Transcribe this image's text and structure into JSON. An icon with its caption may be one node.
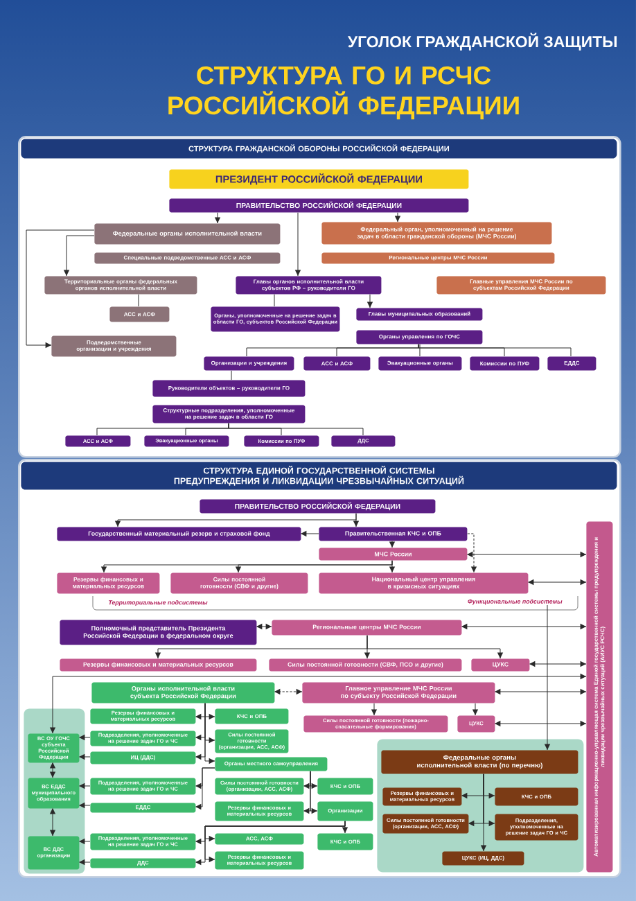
{
  "diagram": {
    "title": "СТРУКТУРА ГО И РСЧС РОССИЙСКОЙ ФЕДЕРАЦИИ",
    "nodes": [
      {
        "text": [
          "СТРУКТУРА ГРАЖДАНСКОЙ ОБОРОНЫ РОССИЙСКОЙ ФЕДЕРАЦИИ"
        ]
      },
      {
        "text": [
          "ПРЕЗИДЕНТ РОССИЙСКОЙ ФЕДЕРАЦИИ"
        ],
        "in": 0
      },
      {
        "text": [
          "ПРАВИТЕЛЬСТВО РОССИЙСКОЙ ФЕДЕРАЦИИ"
        ],
        "in": 0
      },
      {
        "text": [
          "Федеральные органы исполнительной власти"
        ],
        "in": 0
      },
      {
        "text": [
          "Специальные подведомственные АСС и АСФ"
        ],
        "in": 0
      },
      {
        "text": [
          "Федеральный орган, уполномоченный на решение задач в области гражданской обороны (МЧС России)"
        ],
        "in": 0
      },
      {
        "text": [
          "Региональные центры МЧС России"
        ],
        "in": 0
      },
      {
        "text": [
          "Территориальные органы федеральных органов исполнительной власти"
        ],
        "in": 0
      },
      {
        "text": [
          "Главы органов исполнительной власти субъектов РФ – руководители ГО"
        ],
        "in": 0
      },
      {
        "text": [
          "Главные управления МЧС России по субъектам Российской Федерации"
        ],
        "in": 0
      },
      {
        "text": [
          "АСС и АСФ"
        ],
        "in": 0
      },
      {
        "text": [
          "Органы, уполномоченные на решение задач в области ГО, субъектов Российской Федерации"
        ],
        "in": 0
      },
      {
        "text": [
          "Главы муниципальных образований"
        ],
        "in": 0
      },
      {
        "text": [
          "Подведомственные организации и учреждения"
        ],
        "in": 0
      },
      {
        "text": [
          "Органы управления по ГОЧС"
        ],
        "in": 0
      },
      {
        "text": [
          "Организации и учреждения"
        ],
        "in": 0
      },
      {
        "text": [
          "АСС и АСФ"
        ],
        "in": 0
      },
      {
        "text": [
          "Эвакуационные органы"
        ],
        "in": 0
      },
      {
        "text": [
          "Комиссии по ПУФ"
        ],
        "in": 0
      },
      {
        "text": [
          "ЕДДС"
        ],
        "in": 0
      },
      {
        "text": [
          "Руководители объектов – руководители ГО"
        ],
        "in": 0
      },
      {
        "text": [
          "Структурные подразделения, уполномоченные на решение задач в области ГО"
        ],
        "in": 0
      },
      {
        "text": [
          "АСС и АСФ"
        ],
        "in": 0
      },
      {
        "text": [
          "Эвакуационные органы"
        ],
        "in": 0
      },
      {
        "text": [
          "Комиссии по ПУФ"
        ],
        "in": 0
      },
      {
        "text": [
          "ДДС"
        ],
        "in": 0
      },
      {
        "text": [
          "СТРУКТУРА ЕДИНОЙ ГОСУДАРСТВЕННОЙ СИСТЕМЫ ПРЕДУПРЕЖДЕНИЯ И ЛИКВИДАЦИИ ЧРЕЗВЫЧАЙНЫХ СИТУАЦИЙ"
        ]
      },
      {
        "text": [
          "ПРАВИТЕЛЬСТВО РОССИЙСКОЙ ФЕДЕРАЦИИ"
        ],
        "in": 26
      },
      {
        "text": [
          "Государственный материальный резерв и страховой фонд"
        ],
        "in": 26
      },
      {
        "text": [
          "Правительственная КЧС и ОПБ"
        ],
        "in": 26
      },
      {
        "text": [
          "Автоматизированная информационно-управляющая система Единой государственной системы предупреждения и ликвидации чрезвычайных ситуаций (АИУС РСЧС)"
        ],
        "in": 26
      },
      {
        "text": [
          "МЧС России"
        ],
        "in": 26
      },
      {
        "text": [
          "Резервы финансовых и материальных ресурсов"
        ],
        "in": 26
      },
      {
        "text": [
          "Силы постоянной готовности (СВФ и другие)"
        ],
        "in": 26
      },
      {
        "text": [
          "Национальный центр управления в кризисных ситуациях"
        ],
        "in": 26
      },
      {
        "text": [
          "Полномочный представитель Президента Российской Федерации в федеральном округе"
        ],
        "in": 26
      },
      {
        "text": [
          "Региональные центры МЧС России"
        ],
        "in": 26
      },
      {
        "text": [
          "Резервы финансовых и материальных ресурсов"
        ],
        "in": 26
      },
      {
        "text": [
          "Силы постоянной готовности (СВФ, ПСО и другие)"
        ],
        "in": 26
      },
      {
        "text": [
          "ЦУКС"
        ],
        "in": 26
      },
      {
        "text": [
          "Органы исполнительной власти субъекта Российской Федерации"
        ],
        "in": 26
      },
      {
        "text": [
          "Главное управление МЧС России по субъекту Российской Федерации"
        ],
        "in": 26
      },
      {
        "text": [],
        "shape": "box",
        "in": 26
      },
      {
        "text": [
          "Резервы финансовых и материальных ресурсов"
        ],
        "in": 26
      },
      {
        "text": [
          "КЧС и ОПБ"
        ],
        "in": 26
      },
      {
        "text": [
          "Силы постоянной готовности (пожарно-спасательные формирования)"
        ],
        "in": 26
      },
      {
        "text": [
          "ЦУКС"
        ],
        "in": 26
      },
      {
        "text": [
          "ВС ОУ ГОЧС субъекта Российской Федерации"
        ],
        "in": 42
      },
      {
        "text": [
          "Подразделения, уполномоченные на решение задач ГО и ЧС"
        ],
        "in": 26
      },
      {
        "text": [
          "Силы постоянной готовности (организации, АСС, АСФ)"
        ],
        "in": 26
      },
      {
        "text": [],
        "shape": "box",
        "in": 26
      },
      {
        "text": [
          "Федеральные органы исполнительной власти (по перечню)"
        ],
        "in": 50
      },
      {
        "text": [
          "ИЦ (ДДС)"
        ],
        "in": 26
      },
      {
        "text": [
          "Органы местного самоуправления"
        ],
        "in": 26
      },
      {
        "text": [
          "ВС ЕДДС муниципального образования"
        ],
        "in": 42
      },
      {
        "text": [
          "Подразделения, уполномоченные на решение задач ГО и ЧС"
        ],
        "in": 26
      },
      {
        "text": [
          "Силы постоянной готовности (организации, АСС, АСФ)"
        ],
        "in": 26
      },
      {
        "text": [
          "КЧС и ОПБ"
        ],
        "in": 26
      },
      {
        "text": [
          "Резервы финансовых и материальных ресурсов"
        ],
        "in": 50
      },
      {
        "text": [
          "КЧС и ОПБ"
        ],
        "in": 50
      },
      {
        "text": [
          "ЕДДС"
        ],
        "in": 26
      },
      {
        "text": [
          "Резервы финансовых и материальных ресурсов"
        ],
        "in": 26
      },
      {
        "text": [
          "Организации"
        ],
        "in": 26
      },
      {
        "text": [
          "Силы постоянной готовности (организации, АСС, АСФ)"
        ],
        "in": 50
      },
      {
        "text": [
          "Подразделения, уполномоченные на решение задач ГО и ЧС"
        ],
        "in": 50
      },
      {
        "text": [
          "ВС ДДС организации"
        ],
        "in": 42
      },
      {
        "text": [
          "Подразделения, уполномоченные на решение задач ГО и ЧС"
        ],
        "in": 26
      },
      {
        "text": [
          "АСС, АСФ"
        ],
        "in": 26
      },
      {
        "text": [
          "КЧС и ОПБ"
        ],
        "in": 26
      },
      {
        "text": [
          "ЦУКС (ИЦ, ДДС)"
        ],
        "in": 50
      },
      {
        "text": [
          "ДДС"
        ],
        "in": 26
      },
      {
        "text": [
          "Резервы финансовых и материальных ресурсов"
        ],
        "in": 26
      },
      {
        "text": [
          "Функциональные подсистемы"
        ],
        "in": 26
      }
    ],
    "edges": [
      {
        "from": 2,
        "to": 3,
        "arrow": "to"
      },
      {
        "from": 2,
        "to": 5,
        "arrow": "to"
      },
      {
        "from": 2,
        "to": 8,
        "arrow": "to"
      },
      {
        "from": 3,
        "to": 7,
        "arrow": "to"
      },
      {
        "from": 3,
        "to": 13,
        "arrow": "to"
      },
      {
        "from": 7,
        "to": 10,
        "arrow": "none"
      },
      {
        "from": 8,
        "to": 11,
        "arrow": "none"
      },
      {
        "from": 8,
        "to": 12,
        "arrow": "to"
      },
      {
        "from": 14,
        "to": 15,
        "arrow": "none"
      },
      {
        "from": 14,
        "to": 16,
        "arrow": "none"
      },
      {
        "from": 14,
        "to": 17,
        "arrow": "none"
      },
      {
        "from": 14,
        "to": 18,
        "arrow": "none"
      },
      {
        "from": 14,
        "to": 19,
        "arrow": "none"
      },
      {
        "from": 15,
        "to": 20,
        "arrow": "none"
      },
      {
        "from": 21,
        "to": 22,
        "arrow": "none"
      },
      {
        "from": 21,
        "to": 23,
        "arrow": "none"
      },
      {
        "from": 21,
        "to": 24,
        "arrow": "none"
      },
      {
        "from": 21,
        "to": 25,
        "arrow": "none"
      },
      {
        "from": 27,
        "to": 28,
        "arrow": "to"
      },
      {
        "from": 27,
        "to": 29,
        "arrow": "to"
      },
      {
        "from": 29,
        "to": 31,
        "arrow": "to"
      },
      {
        "from": 29,
        "to": 34,
        "arrow": "to",
        "style": "dashed"
      },
      {
        "from": 31,
        "to": 32,
        "arrow": "to"
      },
      {
        "from": 31,
        "to": 33,
        "arrow": "to"
      },
      {
        "from": 31,
        "to": 34,
        "arrow": "to"
      },
      {
        "from": 31,
        "to": 30,
        "arrow": "both"
      },
      {
        "from": 34,
        "to": 30,
        "arrow": "both"
      },
      {
        "from": 35,
        "to": 36,
        "arrow": "both"
      },
      {
        "from": 36,
        "to": 30,
        "arrow": "both"
      },
      {
        "from": 36,
        "to": 37,
        "arrow": "to"
      },
      {
        "from": 36,
        "to": 38,
        "arrow": "to"
      },
      {
        "from": 36,
        "to": 39,
        "arrow": "to"
      },
      {
        "from": 39,
        "to": 30,
        "arrow": "both"
      },
      {
        "from": 47,
        "to": 30,
        "arrow": "both"
      },
      {
        "from": 40,
        "to": 41,
        "arrow": "both",
        "style": "dashed"
      },
      {
        "from": 41,
        "to": 30,
        "arrow": "both"
      },
      {
        "from": 41,
        "to": 45,
        "arrow": "to"
      },
      {
        "from": 41,
        "to": 46,
        "arrow": "to"
      },
      {
        "from": 46,
        "to": 30,
        "arrow": "both"
      },
      {
        "from": 72,
        "to": 51,
        "arrow": "to"
      },
      {
        "from": 40,
        "to": 43,
        "arrow": "to"
      },
      {
        "from": 40,
        "to": 44,
        "arrow": "to"
      },
      {
        "from": 40,
        "to": 48,
        "arrow": "to"
      },
      {
        "from": 40,
        "to": 52,
        "arrow": "to"
      },
      {
        "from": 40,
        "to": 49,
        "arrow": "to"
      },
      {
        "from": 40,
        "to": 53,
        "arrow": "to"
      },
      {
        "from": 53,
        "to": 55,
        "arrow": "to"
      },
      {
        "from": 53,
        "to": 60,
        "arrow": "to"
      },
      {
        "from": 53,
        "to": 56,
        "arrow": "to"
      },
      {
        "from": 53,
        "to": 57,
        "arrow": "to"
      },
      {
        "from": 53,
        "to": 61,
        "arrow": "to"
      },
      {
        "from": 53,
        "to": 62,
        "arrow": "to"
      },
      {
        "from": 62,
        "to": 66,
        "arrow": "to"
      },
      {
        "from": 62,
        "to": 70,
        "arrow": "to"
      },
      {
        "from": 62,
        "to": 67,
        "arrow": "to"
      },
      {
        "from": 62,
        "to": 68,
        "arrow": "to"
      },
      {
        "from": 62,
        "to": 71,
        "arrow": "to"
      },
      {
        "from": 48,
        "to": 47,
        "arrow": "to"
      },
      {
        "from": 52,
        "to": 47,
        "arrow": "to"
      },
      {
        "from": 55,
        "to": 54,
        "arrow": "to"
      },
      {
        "from": 60,
        "to": 54,
        "arrow": "to"
      },
      {
        "from": 66,
        "to": 65,
        "arrow": "to"
      },
      {
        "from": 70,
        "to": 65,
        "arrow": "to"
      },
      {
        "from": 47,
        "to": 54,
        "arrow": "both"
      },
      {
        "from": 54,
        "to": 65,
        "arrow": "both"
      },
      {
        "from": 51,
        "to": 58,
        "arrow": "to"
      },
      {
        "from": 51,
        "to": 59,
        "arrow": "to"
      },
      {
        "from": 51,
        "to": 63,
        "arrow": "to"
      },
      {
        "from": 51,
        "to": 64,
        "arrow": "to"
      },
      {
        "from": 51,
        "to": 69,
        "arrow": "to"
      },
      {
        "from": 29,
        "to": 28,
        "arrow": "to"
      }
    ],
    "labels": [
      "УГОЛОК ГРАЖДАНСКОЙ ЗАЩИТЫ",
      "Территориальные подсистемы"
    ]
  }
}
